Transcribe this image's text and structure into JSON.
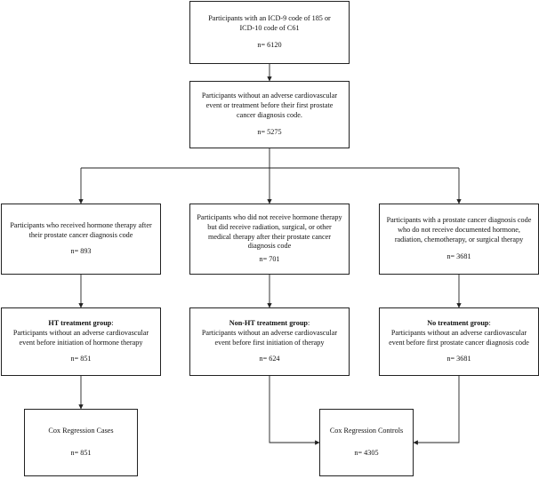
{
  "boxes": {
    "b1": {
      "text": "Participants with an ICD-9 code of 185 or ICD-10 code of C61",
      "n": "n= 6120"
    },
    "b2": {
      "text": "Participants without an adverse cardiovascular event or treatment before their first prostate cancer diagnosis code.",
      "n": "n= 5275"
    },
    "b3": {
      "text": "Participants who received hormone therapy after their prostate cancer diagnosis code",
      "n": "n= 893"
    },
    "b4": {
      "text": "Participants who did not receive hormone therapy but did receive radiation, surgical, or other medical therapy after their prostate cancer diagnosis code",
      "n": "n= 701"
    },
    "b5": {
      "text": "Participants with a prostate cancer diagnosis code who do not receive documented hormone, radiation, chemotherapy, or surgical therapy",
      "n": "n= 3681"
    },
    "b6": {
      "title": "HT treatment group",
      "text": "Participants without an adverse cardiovascular event before initiation of hormone therapy",
      "n": "n= 851"
    },
    "b7": {
      "title": "Non-HT treatment group",
      "text": "Participants without an adverse cardiovascular event before first initiation of  therapy",
      "n": "n= 624"
    },
    "b8": {
      "title": "No treatment group",
      "text": "Participants without an adverse cardiovascular event before first prostate cancer diagnosis code",
      "n": "n= 3681"
    },
    "b9": {
      "text": "Cox Regression Cases",
      "n": "n= 851"
    },
    "b10": {
      "text": "Cox Regression Controls",
      "n": "n= 4305"
    }
  }
}
